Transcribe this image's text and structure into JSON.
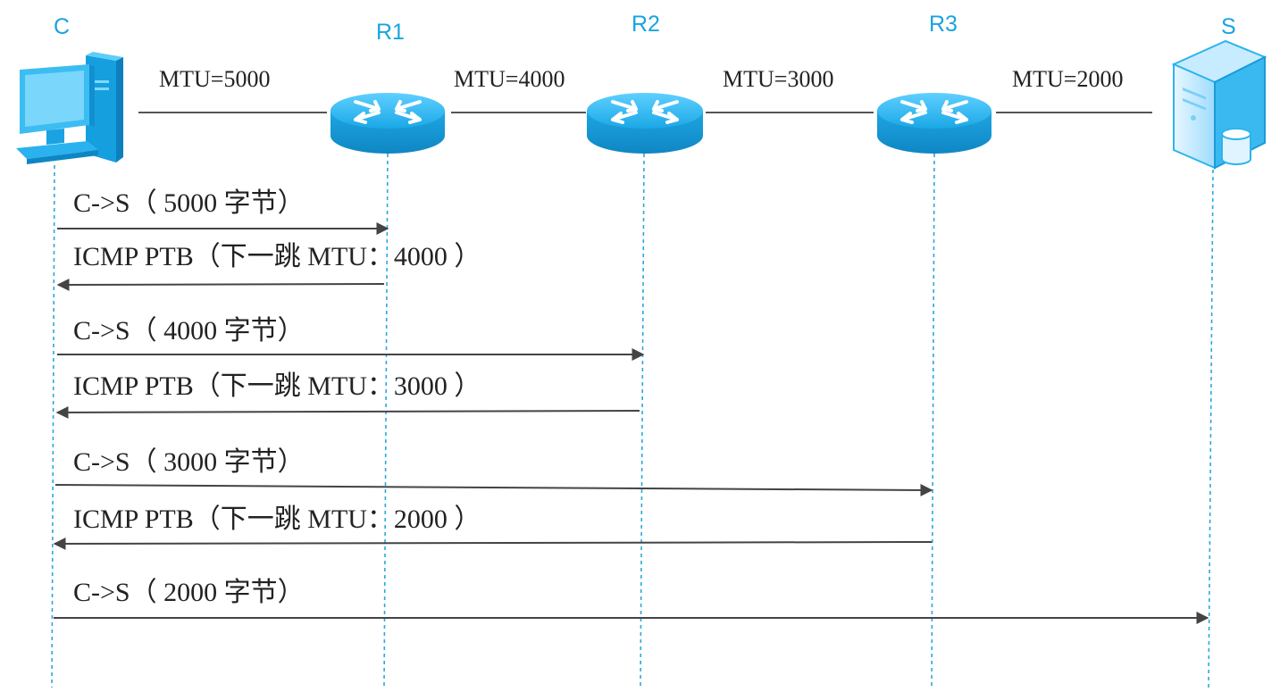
{
  "colors": {
    "accent": "#1aa3e0",
    "device_fill": "#2cb4ec",
    "line": "#555555",
    "arrow": "#444444",
    "lifeline": "#29a8e0"
  },
  "nodes": [
    {
      "id": "C",
      "label": "C",
      "icon": "desktop-computer-icon"
    },
    {
      "id": "R1",
      "label": "R1",
      "icon": "router-icon"
    },
    {
      "id": "R2",
      "label": "R2",
      "icon": "router-icon"
    },
    {
      "id": "R3",
      "label": "R3",
      "icon": "router-icon"
    },
    {
      "id": "S",
      "label": "S",
      "icon": "server-icon"
    }
  ],
  "links": [
    {
      "from": "C",
      "to": "R1",
      "label": "MTU=5000"
    },
    {
      "from": "R1",
      "to": "R2",
      "label": "MTU=4000"
    },
    {
      "from": "R2",
      "to": "R3",
      "label": "MTU=3000"
    },
    {
      "from": "R3",
      "to": "S",
      "label": "MTU=2000"
    }
  ],
  "messages": [
    {
      "from": "C",
      "to": "R1",
      "label": "C->S（ 5000 字节）"
    },
    {
      "from": "R1",
      "to": "C",
      "label": "ICMP PTB（下一跳 MTU：4000 ）"
    },
    {
      "from": "C",
      "to": "R2",
      "label": "C->S（ 4000 字节）"
    },
    {
      "from": "R2",
      "to": "C",
      "label": "ICMP PTB（下一跳 MTU：3000 ）"
    },
    {
      "from": "C",
      "to": "R3",
      "label": "C->S（ 3000 字节）"
    },
    {
      "from": "R3",
      "to": "C",
      "label": "ICMP PTB（下一跳 MTU：2000 ）"
    },
    {
      "from": "C",
      "to": "S",
      "label": "C->S（ 2000 字节）"
    }
  ]
}
